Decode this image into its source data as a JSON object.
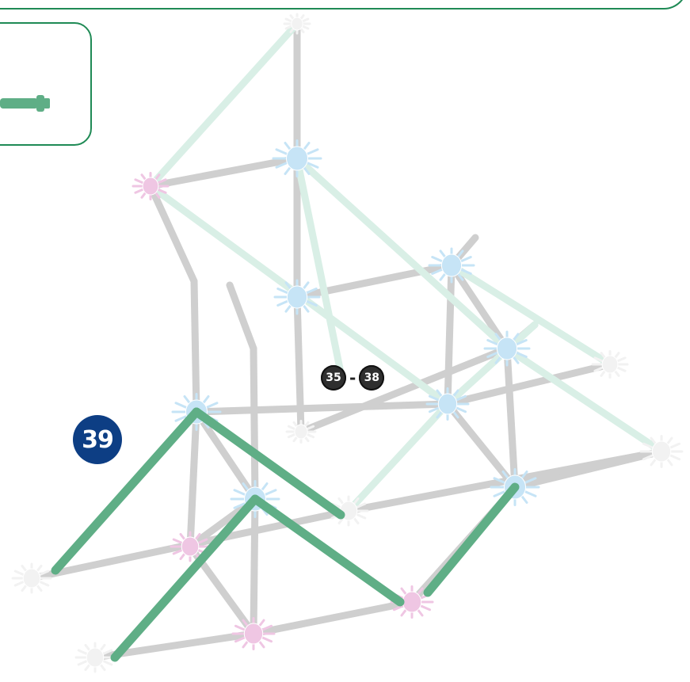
{
  "step": {
    "number": "39"
  },
  "previous_steps": {
    "from": "35",
    "separator": "-",
    "to": "38"
  },
  "colors": {
    "frame_green": "#1f8a55",
    "new_rod_green": "#5fae86",
    "faded_rod_gray": "#cfcfcf",
    "faded_rod_mint": "#d9efe6",
    "connector_pink": "#efc6e3",
    "connector_blue": "#c6e4f6",
    "connector_white": "#f2f2f2",
    "badge_navy": "#0d3e84",
    "badge_dark": "#2f2f2f"
  },
  "icons": [
    "green-rod-icon",
    "white-connector-icon",
    "blue-connector-icon",
    "pink-connector-icon"
  ]
}
